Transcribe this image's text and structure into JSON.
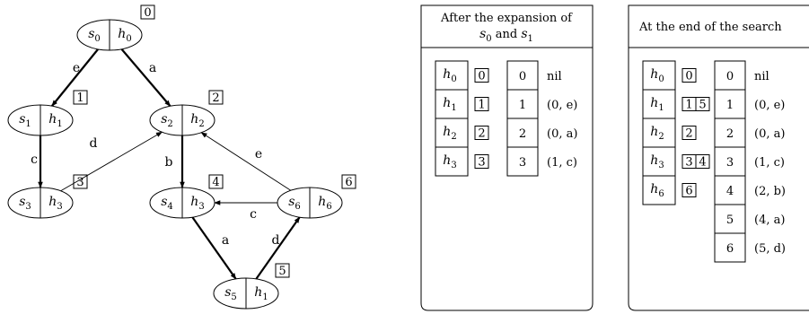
{
  "graph": {
    "nodes": [
      {
        "state": "s",
        "state_idx": "0",
        "heur": "h",
        "heur_idx": "0",
        "num": "0"
      },
      {
        "state": "s",
        "state_idx": "1",
        "heur": "h",
        "heur_idx": "1",
        "num": "1"
      },
      {
        "state": "s",
        "state_idx": "2",
        "heur": "h",
        "heur_idx": "2",
        "num": "2"
      },
      {
        "state": "s",
        "state_idx": "3",
        "heur": "h",
        "heur_idx": "3",
        "num": "3"
      },
      {
        "state": "s",
        "state_idx": "4",
        "heur": "h",
        "heur_idx": "3",
        "num": "4"
      },
      {
        "state": "s",
        "state_idx": "5",
        "heur": "h",
        "heur_idx": "1",
        "num": "5"
      },
      {
        "state": "s",
        "state_idx": "6",
        "heur": "h",
        "heur_idx": "6",
        "num": "6"
      }
    ],
    "edges": [
      {
        "from": 0,
        "to": 1,
        "label": "e",
        "bold": true
      },
      {
        "from": 0,
        "to": 2,
        "label": "a",
        "bold": true
      },
      {
        "from": 1,
        "to": 3,
        "label": "c",
        "bold": true
      },
      {
        "from": 3,
        "to": 2,
        "label": "d",
        "bold": false
      },
      {
        "from": 2,
        "to": 4,
        "label": "b",
        "bold": true
      },
      {
        "from": 6,
        "to": 2,
        "label": "e",
        "bold": false
      },
      {
        "from": 6,
        "to": 4,
        "label": "c",
        "bold": false
      },
      {
        "from": 4,
        "to": 5,
        "label": "a",
        "bold": true
      },
      {
        "from": 5,
        "to": 6,
        "label": "d",
        "bold": true
      }
    ]
  },
  "panel1": {
    "title_line1": "After the expansion of",
    "title_line2_pre": "s",
    "title_line2_sub": "0",
    "title_line2_mid": " and ",
    "title_line2_s": "s",
    "title_line2_sub2": "1",
    "hash": [
      {
        "h": "h",
        "idx": "0",
        "boxes": [
          "0"
        ]
      },
      {
        "h": "h",
        "idx": "1",
        "boxes": [
          "1"
        ]
      },
      {
        "h": "h",
        "idx": "2",
        "boxes": [
          "2"
        ]
      },
      {
        "h": "h",
        "idx": "3",
        "boxes": [
          "3"
        ]
      }
    ],
    "array": [
      {
        "i": "0",
        "v": "nil"
      },
      {
        "i": "1",
        "v": "(0, e)"
      },
      {
        "i": "2",
        "v": "(0, a)"
      },
      {
        "i": "3",
        "v": "(1, c)"
      }
    ]
  },
  "panel2": {
    "title": "At the end of the search",
    "hash": [
      {
        "h": "h",
        "idx": "0",
        "boxes": [
          "0"
        ]
      },
      {
        "h": "h",
        "idx": "1",
        "boxes": [
          "1",
          "5"
        ]
      },
      {
        "h": "h",
        "idx": "2",
        "boxes": [
          "2"
        ]
      },
      {
        "h": "h",
        "idx": "3",
        "boxes": [
          "3",
          "4"
        ]
      },
      {
        "h": "h",
        "idx": "6",
        "boxes": [
          "6"
        ]
      }
    ],
    "array": [
      {
        "i": "0",
        "v": "nil"
      },
      {
        "i": "1",
        "v": "(0, e)"
      },
      {
        "i": "2",
        "v": "(0, a)"
      },
      {
        "i": "3",
        "v": "(1, c)"
      },
      {
        "i": "4",
        "v": "(2, b)"
      },
      {
        "i": "5",
        "v": "(4, a)"
      },
      {
        "i": "6",
        "v": "(5, d)"
      }
    ]
  }
}
